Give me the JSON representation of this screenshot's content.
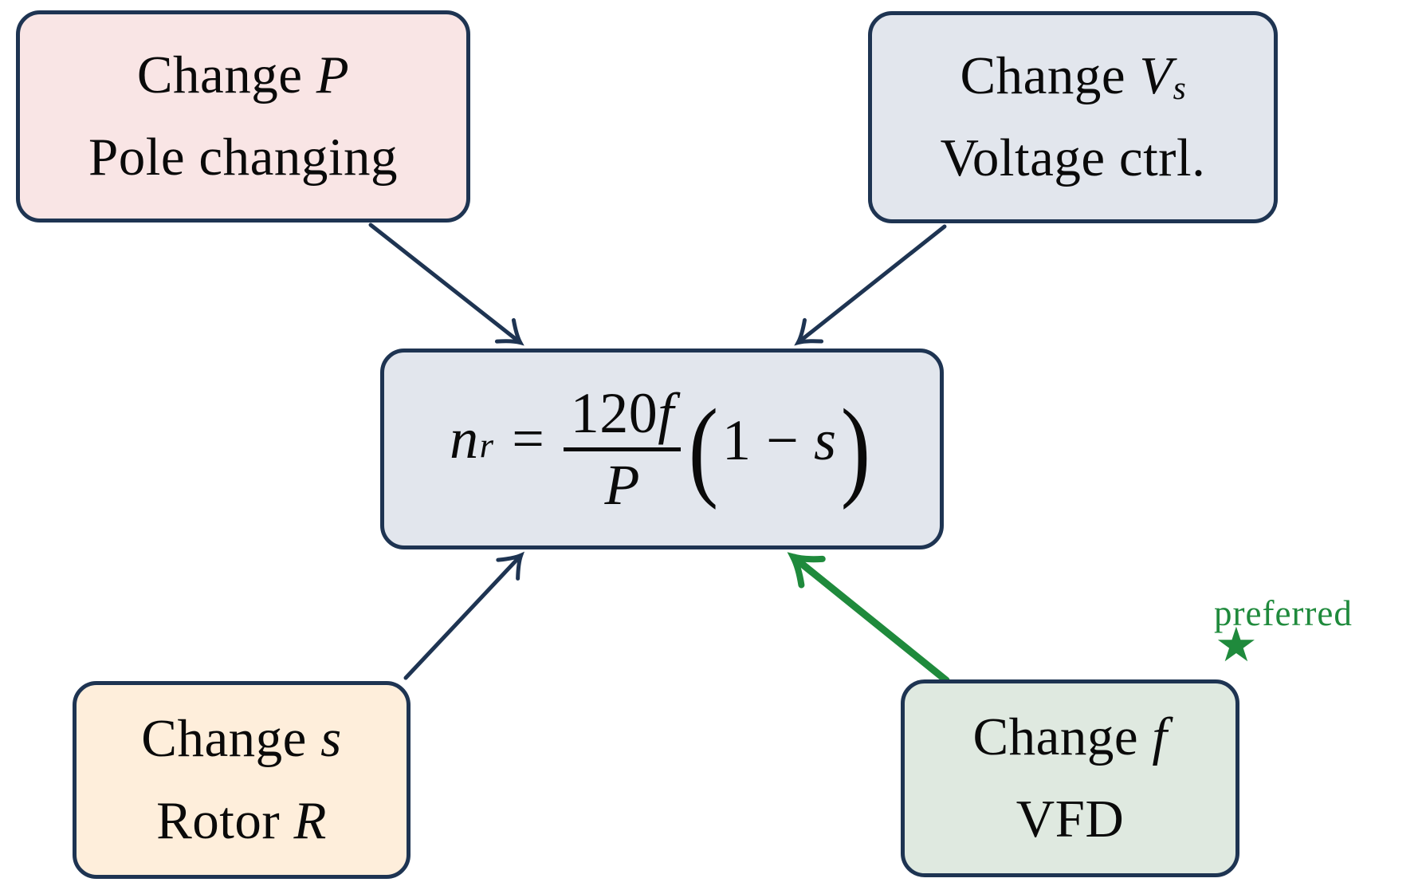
{
  "diagram": {
    "title_hidden": "",
    "colors": {
      "background": "#ffffff",
      "node_border_navy": "#1e3452",
      "arrow_navy": "#1e3452",
      "accent_green": "#1f8a3c",
      "fill_pink": "#f9e5e5",
      "fill_bluegray": "#e2e6ed",
      "fill_peach": "#feeedb",
      "fill_lightgreen": "#dfe9e0",
      "text": "#0a0a0a"
    },
    "boxes": {
      "pole_changing": {
        "line1_text": "Change ",
        "line1_var": "P",
        "line1_sub": "",
        "line2_text": "Pole changing",
        "line2_var": ""
      },
      "voltage_ctrl": {
        "line1_text": "Change ",
        "line1_var": "V",
        "line1_sub": "s",
        "line2_text": "Voltage ctrl.",
        "line2_var": ""
      },
      "rotor_resistance": {
        "line1_text": "Change ",
        "line1_var": "s",
        "line1_sub": "",
        "line2_text": "Rotor ",
        "line2_var": "R"
      },
      "vfd": {
        "line1_text": "Change ",
        "line1_var": "f",
        "line1_sub": "",
        "line2_text": "VFD",
        "line2_var": ""
      }
    },
    "formula": {
      "lhs_var": "n",
      "lhs_sub": "r",
      "equals": "=",
      "num_coeff": "120",
      "num_var": "f",
      "den_var": "P",
      "paren_open": "(",
      "one": "1",
      "minus": "−",
      "slip_var": "s",
      "paren_close": ")"
    },
    "annotation": {
      "label": "preferred",
      "star": "★"
    }
  }
}
